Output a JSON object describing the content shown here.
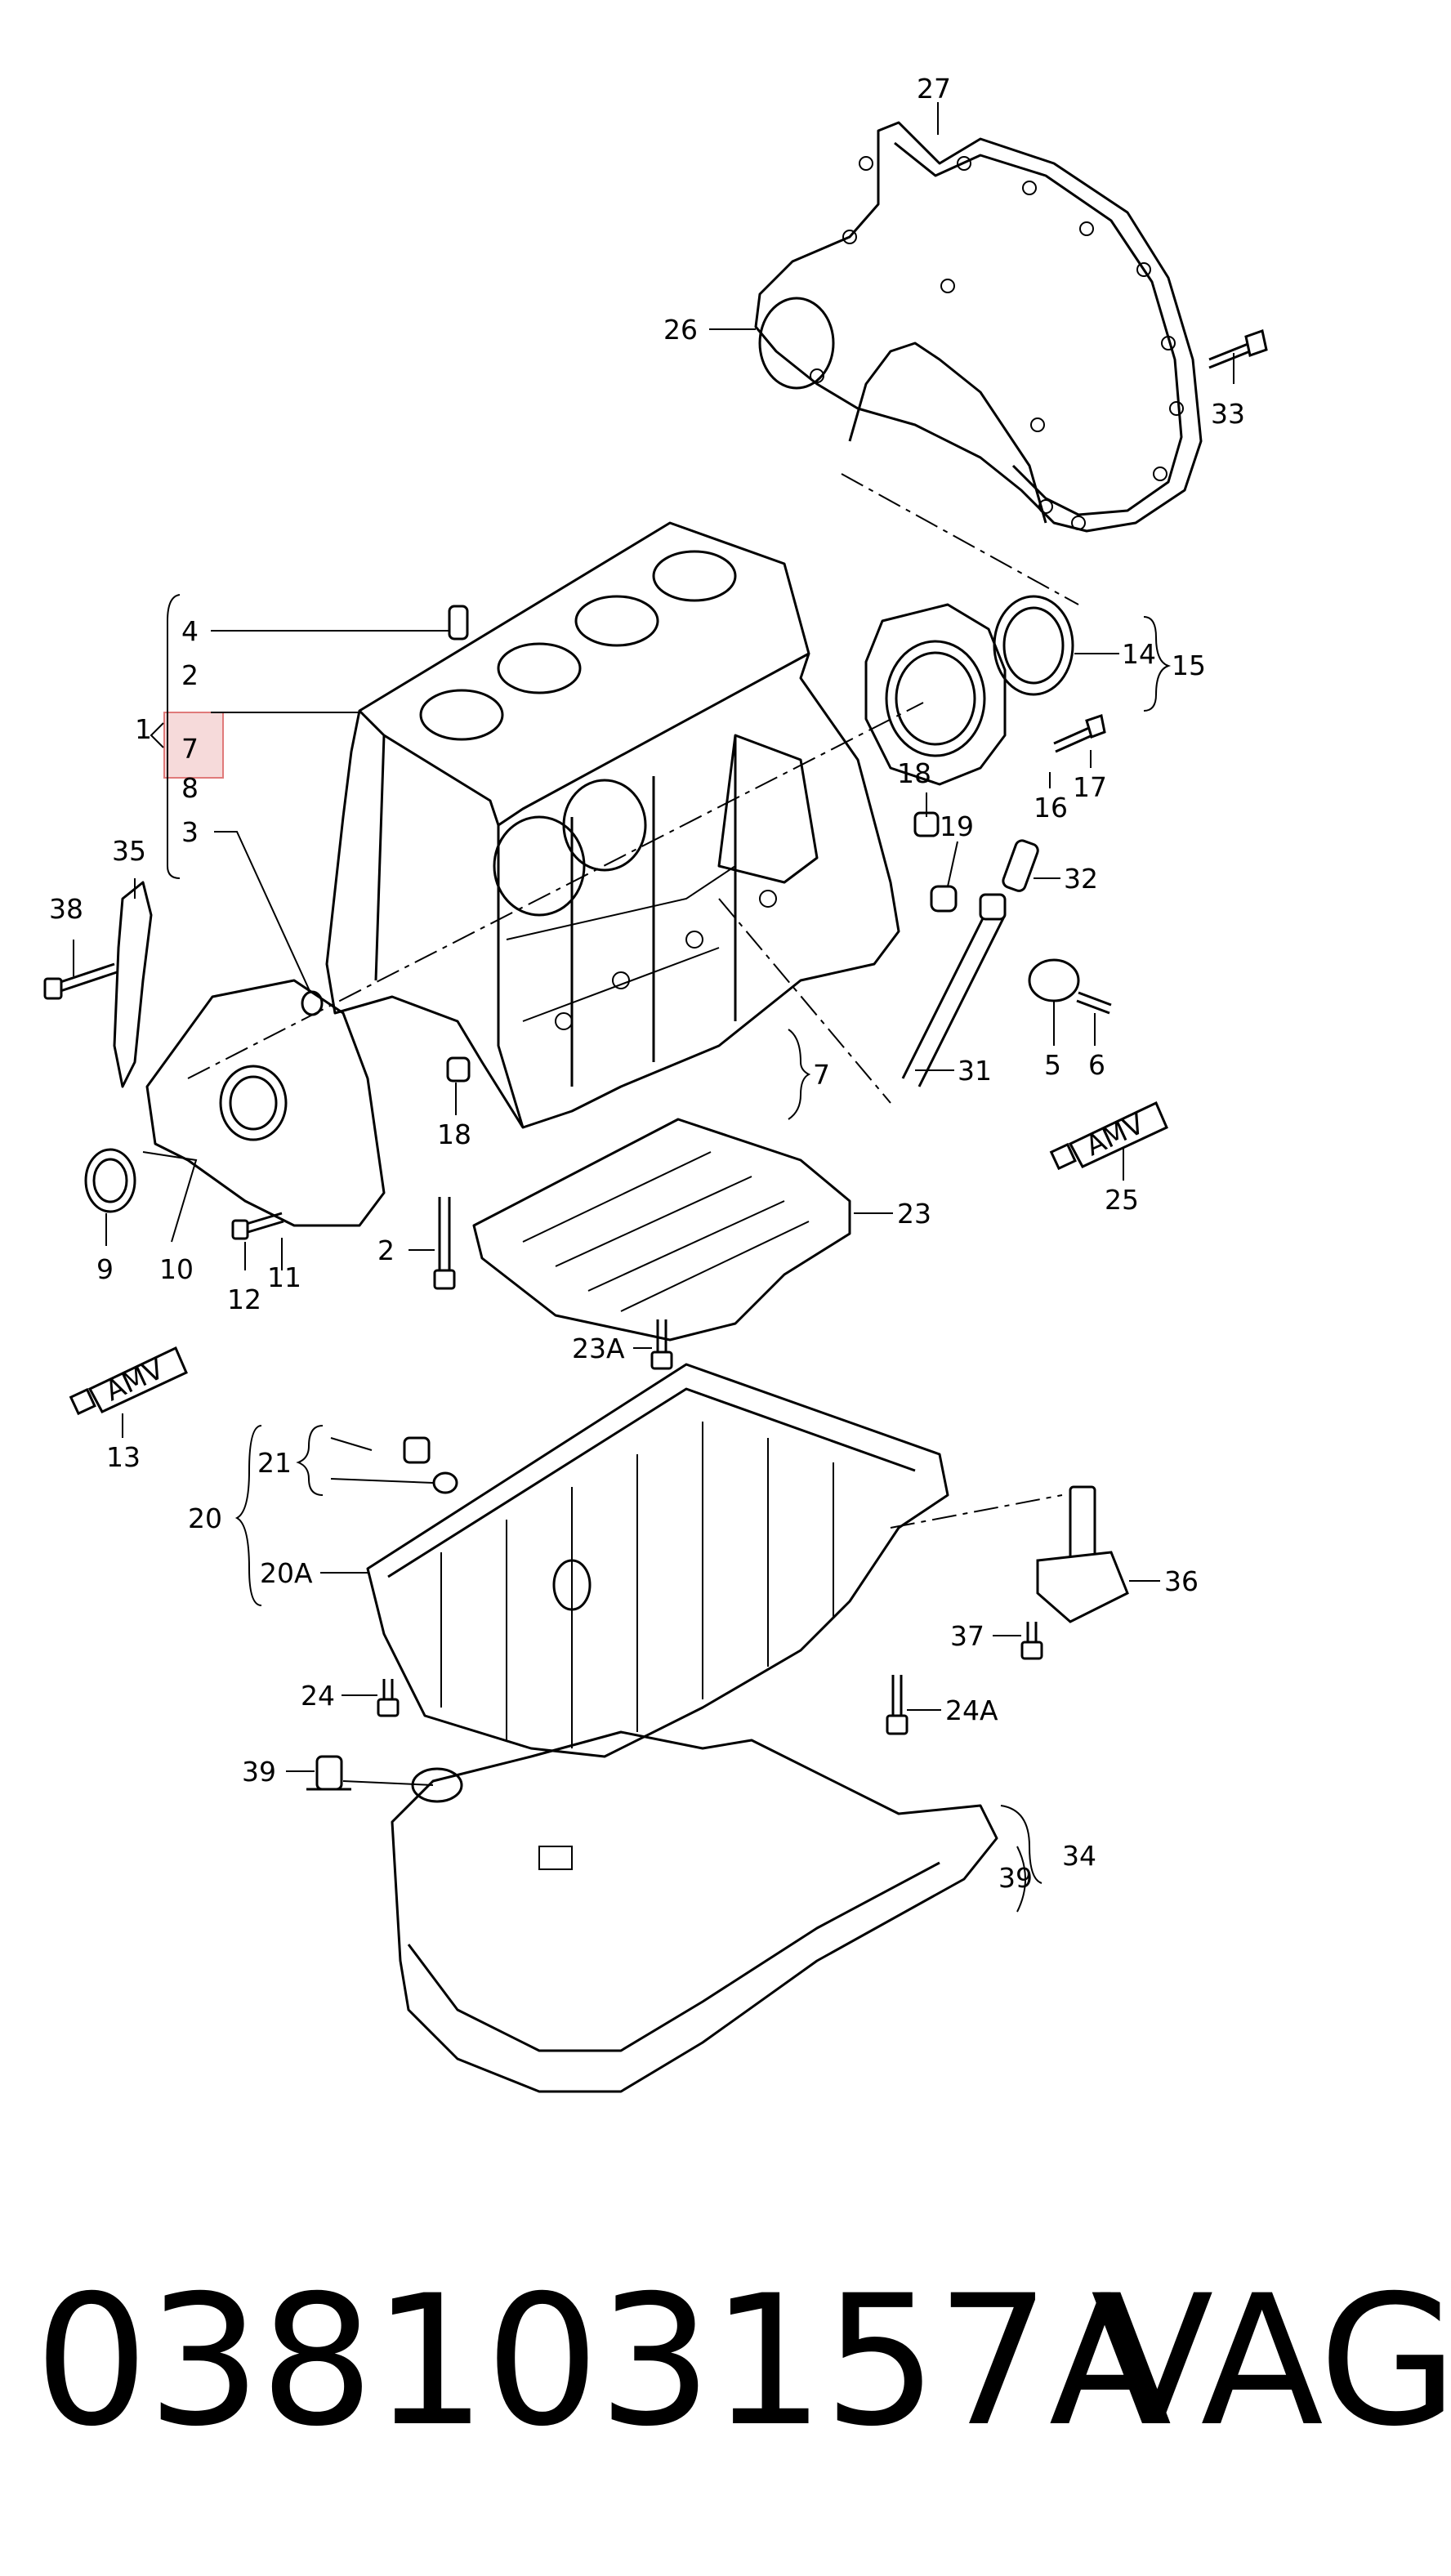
{
  "callouts": {
    "c27": "27",
    "c26": "26",
    "c33": "33",
    "c4": "4",
    "c2a": "2",
    "c1": "1",
    "c7a": "7",
    "c8": "8",
    "c3": "3",
    "c14": "14",
    "c15": "15",
    "c16": "16",
    "c17": "17",
    "c18a": "18",
    "c19": "19",
    "c32": "32",
    "c35": "35",
    "c38": "38",
    "c5": "5",
    "c6": "6",
    "c7b": "7",
    "c31": "31",
    "c18b": "18",
    "c9": "9",
    "c10": "10",
    "c11": "11",
    "c12": "12",
    "c2b": "2",
    "c23": "23",
    "c25": "25",
    "c23A": "23A",
    "c13": "13",
    "c21": "21",
    "c20": "20",
    "c20A": "20A",
    "c36": "36",
    "c37": "37",
    "c24": "24",
    "c24A": "24A",
    "c39a": "39",
    "c39b": "39",
    "c34": "34",
    "amv1": "AMV",
    "amv2": "AMV"
  },
  "highlight_color": "#e07a7a",
  "footer": {
    "part_number": "038103157A",
    "brand": "VAG"
  }
}
